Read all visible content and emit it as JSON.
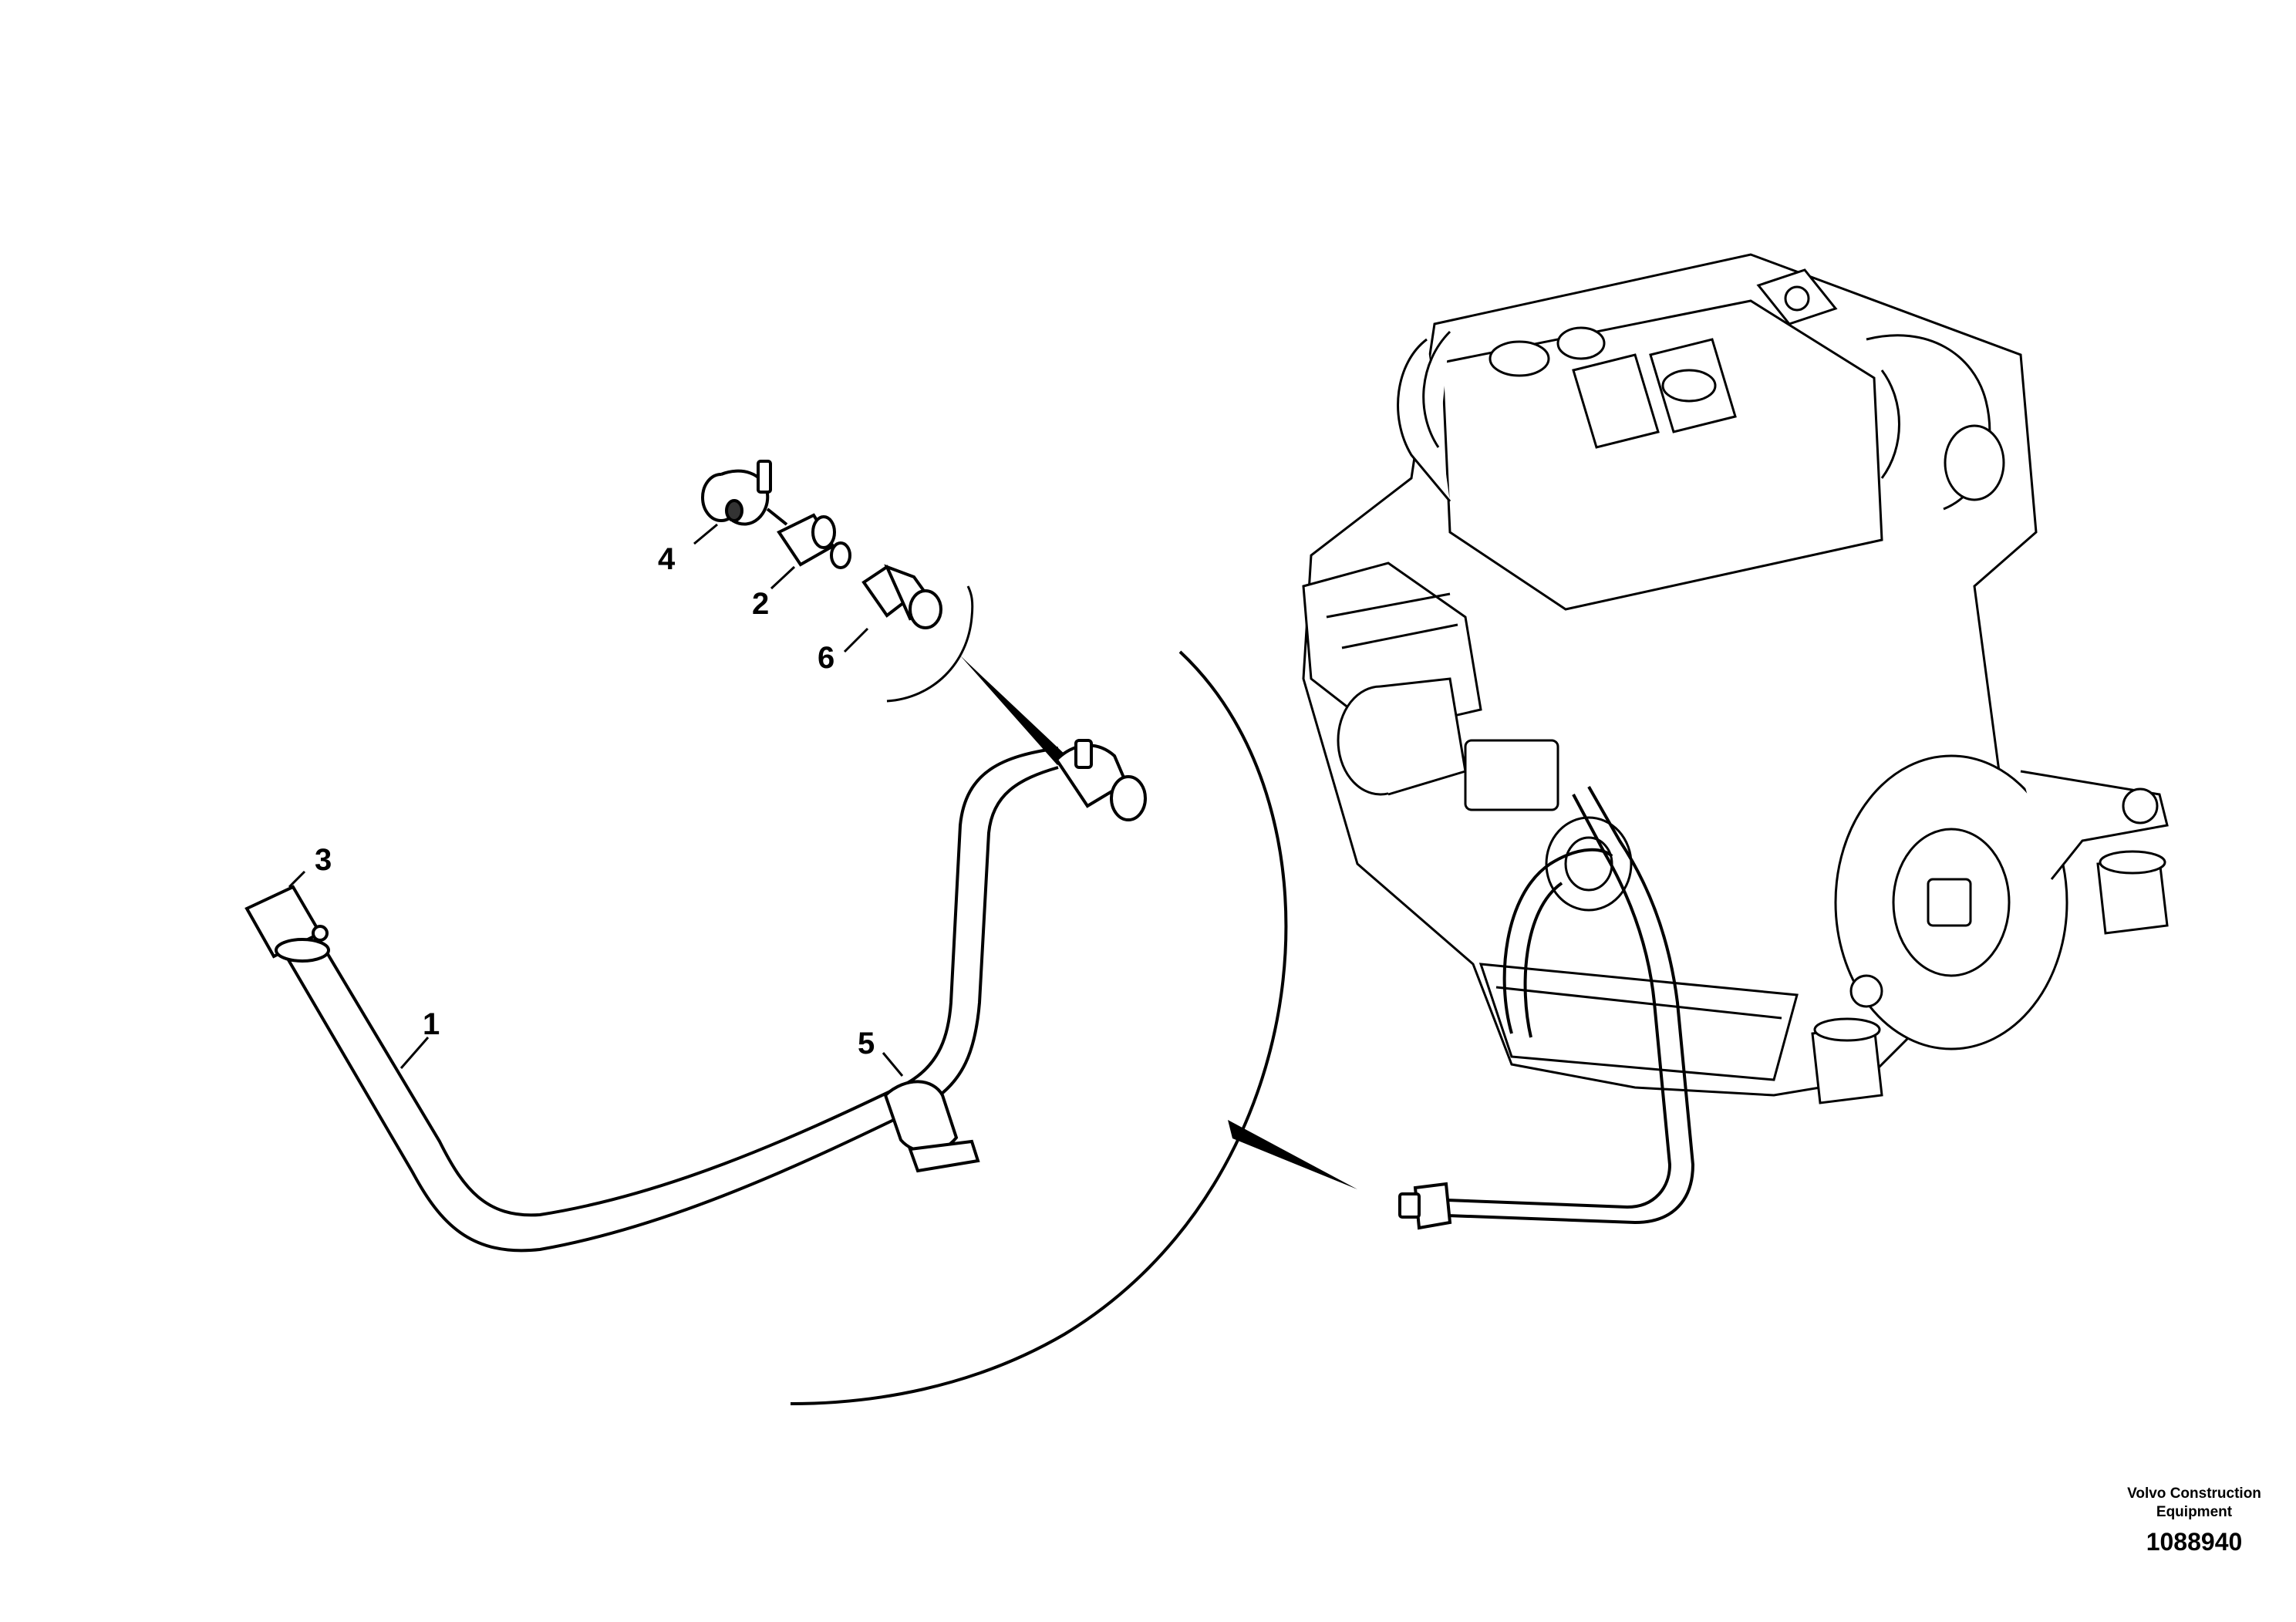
{
  "diagram": {
    "callouts": [
      {
        "id": "1",
        "label": "1"
      },
      {
        "id": "2",
        "label": "2"
      },
      {
        "id": "3",
        "label": "3"
      },
      {
        "id": "4",
        "label": "4"
      },
      {
        "id": "5",
        "label": "5"
      },
      {
        "id": "6",
        "label": "6"
      }
    ]
  },
  "footer": {
    "brand_line1": "Volvo Construction",
    "brand_line2": "Equipment",
    "drawing_number": "1088940"
  },
  "colors": {
    "line": "#000000",
    "background": "#ffffff",
    "shade": "#e6e6e6"
  }
}
